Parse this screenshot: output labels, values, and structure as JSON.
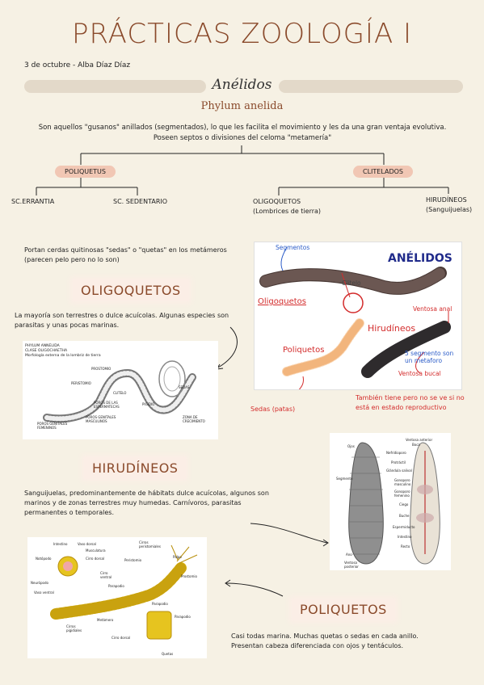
{
  "title": "PRÁCTICAS ZOOLOGÍA I",
  "meta": "3 de octubre - Alba Díaz Díaz",
  "section": "Anélidos",
  "phylum": "Phylum anelida",
  "intro": {
    "line1": "Son aquellos \"gusanos\" anillados (segmentados), lo que les facilita el movimiento y les da una gran ventaja evolutiva.",
    "line2": "Poseen septos o divisiones del celoma \"metamería\""
  },
  "tree": {
    "left": {
      "label": "POLIQUETUS",
      "children": [
        "SC.ERRANTIA",
        "SC. SEDENTARIO"
      ]
    },
    "right": {
      "label": "CLITELADOS",
      "children": [
        {
          "name": "OLIGOQUETOS",
          "sub": "(Lombrices de tierra)"
        },
        {
          "name": "HIRUDÍNEOS",
          "sub": "(Sanguijuelas)"
        }
      ]
    }
  },
  "cerdas_note": "Portan cerdas quitinosas \"sedas\" o \"quetas\" en los metámeros (parecen pelo pero no lo son)",
  "oligoquetos": {
    "heading": "OLIGOQUETOS",
    "text": "La mayoría son terrestres o dulce acuícolas. Algunas especies son parasitas y unas pocas marinas.",
    "figure_labels": [
      "PHYLUM ANNELIDA",
      "CLASE OLIGOCHAETHA",
      "Morfología externa de la lombriz de tierra",
      "PROSTOMIO",
      "PERISTOMIO",
      "CLITELO",
      "SEDAS",
      "POROS DE LAS ESPERMATECAS",
      "POROS GENITALES MASCULINOS",
      "PIGIDIO",
      "POROS GENITALES FEMENINOS",
      "ZONA DE CRECIMIENTO"
    ]
  },
  "annelid_figure": {
    "title": "ANÉLIDOS",
    "labels": {
      "segmentos": "Segmentos",
      "clitelo": "Clitelo",
      "oligoquetos": "Oligoquetos",
      "ventosa_anal": "Ventosa anal",
      "hirudineos": "Hirudíneos",
      "poliquetos": "Poliquetos",
      "segmento_metaforo": "5 segmento son un metaforo",
      "ventosa_bucal": "Ventosa bucal"
    }
  },
  "sedas_note": "Sedas (patas)",
  "clitelo_note": "También tiene pero no se ve si no está en estado reproductivo",
  "hirudineos": {
    "heading": "HIRUDÍNEOS",
    "text": "Sanguijuelas, predominantemente de hábitats dulce acuícolas, algunos son marinos y de zonas terrestres muy humedas. Carnívoros, parasitas permanentes o temporales.",
    "figure_labels": [
      "Ojos",
      "Segmento",
      "Ano",
      "Ventosa posterior",
      "Ventosa anterior",
      "Boca",
      "Nefridioporo",
      "Protráctil",
      "Glándula salival",
      "Gonoporo masculino",
      "Gonoporo femenino",
      "Ciego",
      "Buche",
      "Espermiducto",
      "Intestino",
      "Recto"
    ]
  },
  "poliquetos": {
    "heading": "POLIQUETOS",
    "text": "Casi todas marina. Muchas quetas o sedas en cada anillo. Presentan cabeza diferenciada con ojos y tentáculos.",
    "figure_labels": [
      "Intestino",
      "Vaso dorsal",
      "Musculatura",
      "Cirros peristomiales",
      "Palpo",
      "Notópodo",
      "Cirro dorsal",
      "Peristomio",
      "Prostomio",
      "Neurópodo",
      "Cirro ventral",
      "Parapodio",
      "Vaso ventral",
      "Metámero",
      "Cirros pigidiales",
      "Cirro dorsal",
      "Quetas",
      "Parapodio",
      "Parapodio"
    ]
  },
  "colors": {
    "accent": "#8a4a2b",
    "pill": "#f1c7b4",
    "background": "#f6f1e4",
    "red": "#d32c2c",
    "blue": "#2b5cc8"
  },
  "icons": [
    "curved-arrow-icon",
    "circle-highlight-icon"
  ]
}
